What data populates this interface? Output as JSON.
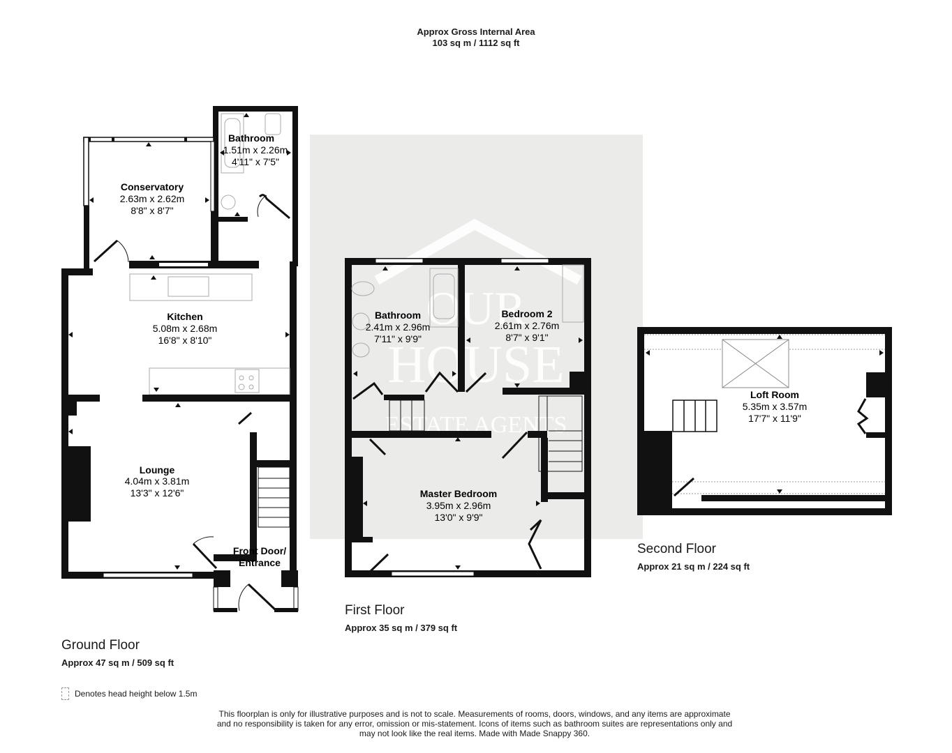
{
  "header": {
    "title": "Approx Gross Internal Area",
    "area": "103 sq m / 1112 sq ft"
  },
  "watermark": {
    "line1": "OUR",
    "line2": "HOUSE",
    "line3": "ESTATE AGENTS",
    "background_color": "#ebecea"
  },
  "floors": [
    {
      "name": "Ground Floor",
      "area": "Approx 47 sq m / 509 sq ft",
      "rooms": [
        {
          "name": "Bathroom",
          "metric": "1.51m x 2.26m",
          "imperial": "4'11\" x 7'5\""
        },
        {
          "name": "Conservatory",
          "metric": "2.63m x 2.62m",
          "imperial": "8'8\" x 8'7\""
        },
        {
          "name": "Kitchen",
          "metric": "5.08m x 2.68m",
          "imperial": "16'8\" x 8'10\""
        },
        {
          "name": "Lounge",
          "metric": "4.04m x 3.81m",
          "imperial": "13'3\" x 12'6\""
        },
        {
          "name_line1": "Front Door/",
          "name_line2": "Entrance"
        }
      ]
    },
    {
      "name": "First Floor",
      "area": "Approx 35 sq m / 379 sq ft",
      "rooms": [
        {
          "name": "Bathroom",
          "metric": "2.41m x 2.96m",
          "imperial": "7'11\" x 9'9\""
        },
        {
          "name": "Bedroom 2",
          "metric": "2.61m x 2.76m",
          "imperial": "8'7\" x 9'1\""
        },
        {
          "name": "Master Bedroom",
          "metric": "3.95m x 2.96m",
          "imperial": "13'0\" x 9'9\""
        }
      ]
    },
    {
      "name": "Second Floor",
      "area": "Approx 21 sq m / 224 sq ft",
      "rooms": [
        {
          "name": "Loft Room",
          "metric": "5.35m x 3.57m",
          "imperial": "17'7\" x 11'9\""
        }
      ]
    }
  ],
  "legend": {
    "label": "Denotes head height below 1.5m"
  },
  "disclaimer": {
    "line1": "This floorplan is only for illustrative purposes and is not to scale. Measurements of rooms, doors, windows, and any items are approximate",
    "line2": "and no responsibility is taken for any error, omission or mis-statement. Icons of items such as bathroom suites are representations only and",
    "line3": "may not look like the real items. Made with Made Snappy 360."
  }
}
